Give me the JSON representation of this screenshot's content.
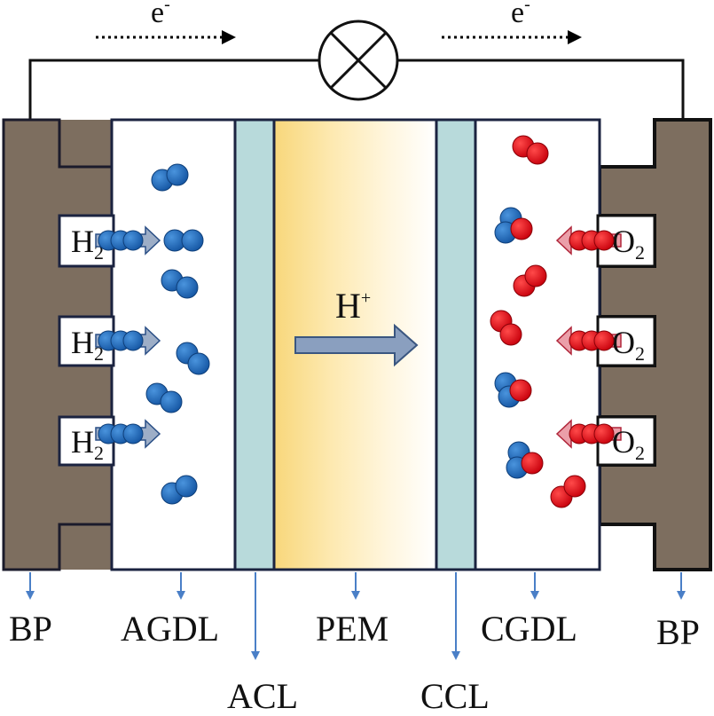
{
  "electron_flow": {
    "label": "e",
    "charge": "-"
  },
  "proton": {
    "label": "H",
    "charge": "+"
  },
  "fuel": {
    "symbol": "H",
    "index": "2"
  },
  "oxidant": {
    "symbol": "O",
    "index": "2"
  },
  "layers": {
    "bp_left": "BP",
    "agdl": "AGDL",
    "acl": "ACL",
    "pem": "PEM",
    "ccl": "CCL",
    "cgdl": "CGDL",
    "bp_right": "BP"
  },
  "colors": {
    "bipolar_plate": "#7d6e5f",
    "catalyst_layer": "#b8dadb",
    "membrane_center": "#fbe4a3",
    "hydrogen": "#1f6fc0",
    "oxygen": "#e3121c",
    "arrow_fill": "#7c93b4",
    "pointer": "#4a7fc7"
  }
}
